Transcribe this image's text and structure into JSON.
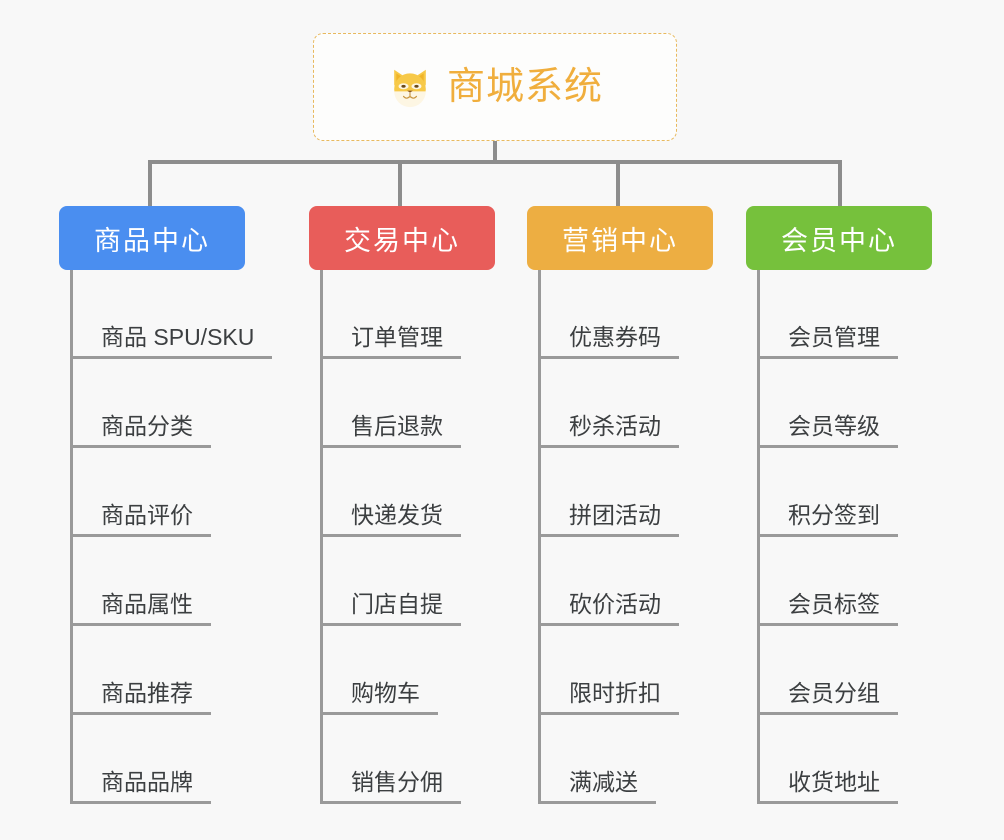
{
  "root": {
    "title": "商城系统",
    "icon": "shiba-dog-icon",
    "accent_color": "#f0ae3d",
    "border_color": "#e8b95e"
  },
  "connector_color": "#8d8d8d",
  "background_color": "#f8f8f8",
  "branches": [
    {
      "id": "goods",
      "label": "商品中心",
      "color": "#4a8ef0",
      "leaves": [
        {
          "label": "商品 SPU/SKU"
        },
        {
          "label": "商品分类"
        },
        {
          "label": "商品评价"
        },
        {
          "label": "商品属性"
        },
        {
          "label": "商品推荐"
        },
        {
          "label": "商品品牌"
        }
      ]
    },
    {
      "id": "trade",
      "label": "交易中心",
      "color": "#e85d5a",
      "leaves": [
        {
          "label": "订单管理"
        },
        {
          "label": "售后退款"
        },
        {
          "label": "快递发货"
        },
        {
          "label": "门店自提"
        },
        {
          "label": "购物车"
        },
        {
          "label": "销售分佣"
        }
      ]
    },
    {
      "id": "marketing",
      "label": "营销中心",
      "color": "#edae42",
      "leaves": [
        {
          "label": "优惠券码"
        },
        {
          "label": "秒杀活动"
        },
        {
          "label": "拼团活动"
        },
        {
          "label": "砍价活动"
        },
        {
          "label": "限时折扣"
        },
        {
          "label": "满减送"
        }
      ]
    },
    {
      "id": "member",
      "label": "会员中心",
      "color": "#76c13c",
      "leaves": [
        {
          "label": "会员管理"
        },
        {
          "label": "会员等级"
        },
        {
          "label": "积分签到"
        },
        {
          "label": "会员标签"
        },
        {
          "label": "会员分组"
        },
        {
          "label": "收货地址"
        }
      ]
    }
  ]
}
